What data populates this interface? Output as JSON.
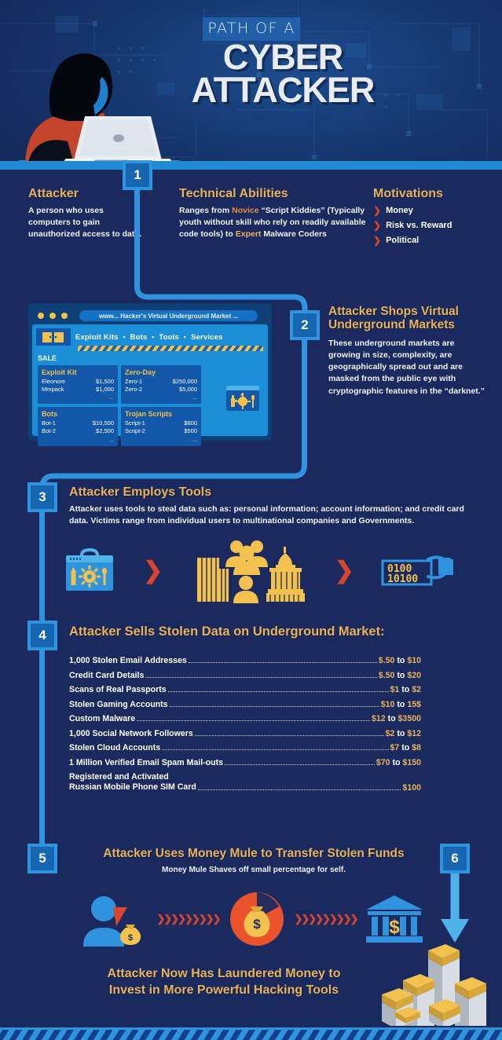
{
  "hero": {
    "kicker": "PATH OF A",
    "title_line1": "CYBER",
    "title_line2": "ATTACKER",
    "badge_1": "1"
  },
  "section1": {
    "attacker": {
      "heading": "Attacker",
      "body": "A person who uses computers to gain unauthorized access to data."
    },
    "abilities": {
      "heading": "Technical Abilities",
      "pre": "Ranges from ",
      "novice": "Novice",
      "mid": " “Script Kiddies” (Typically youth without skill who rely on readily available code tools) to ",
      "expert": "Expert",
      "post": " Malware Coders"
    },
    "motivations": {
      "heading": "Motivations",
      "items": [
        "Money",
        "Risk vs. Reward",
        "Political"
      ]
    }
  },
  "section2": {
    "badge": "2",
    "heading": "Attacker Shops Virtual Underground Markets",
    "body": "These underground markets are growing in size, complexity, are geographically spread out and are masked from the public eye with cryptographic features in the “darknet.”",
    "browser": {
      "url": "www... Hacker's Virtual Underground Market ...",
      "nav_tabs": [
        "Exploit Kits",
        "Bots",
        "Tools",
        "Services"
      ],
      "sale_label": "SALE",
      "cards": [
        {
          "title": "Exploit Kit",
          "rows": [
            {
              "name": "Eleonore",
              "price": "$1,500"
            },
            {
              "name": "Mmpack",
              "price": "$1,000"
            }
          ],
          "more": "..."
        },
        {
          "title": "Zero-Day",
          "rows": [
            {
              "name": "Zero-1",
              "price": "$250,000"
            },
            {
              "name": "Zero-2",
              "price": "$5,000"
            }
          ],
          "more": "..."
        },
        {
          "title": "Bots",
          "rows": [
            {
              "name": "Bot-1",
              "price": "$10,500"
            },
            {
              "name": "Bot-2",
              "price": "$2,500"
            }
          ],
          "more": "..."
        },
        {
          "title": "Trojan Scripts",
          "rows": [
            {
              "name": "Script-1",
              "price": "$800"
            },
            {
              "name": "Script-2",
              "price": "$500"
            }
          ],
          "more": "..."
        }
      ]
    }
  },
  "section3": {
    "badge": "3",
    "heading": "Attacker Employs Tools",
    "body": "Attacker uses tools to steal data such as: personal information; account information; and credit card data. Victims range from individual users to multinational companies and Governments.",
    "binary_line1": "0100",
    "binary_line2": "10100"
  },
  "section4": {
    "badge": "4",
    "heading": "Attacker Sells Stolen Data on Underground Market:",
    "items": [
      {
        "name": "1,000 Stolen Email Addresses",
        "low": "$.50",
        "to": " to ",
        "high": "$10"
      },
      {
        "name": "Credit Card Details",
        "low": "$.50",
        "to": " to ",
        "high": "$20"
      },
      {
        "name": "Scans of Real Passports",
        "low": "$1",
        "to": " to ",
        "high": "$2"
      },
      {
        "name": "Stolen Gaming Accounts",
        "low": "$10",
        "to": " to ",
        "high": "15$"
      },
      {
        "name": "Custom Malware",
        "low": "$12",
        "to": " to ",
        "high": "$3500"
      },
      {
        "name": "1,000 Social Network Followers",
        "low": "$2",
        "to": " to ",
        "high": "$12"
      },
      {
        "name": "Stolen Cloud Accounts",
        "low": "$7",
        "to": " to ",
        "high": "$8"
      },
      {
        "name": "1 Million Verified Email Spam Mail-outs",
        "low": "$70",
        "to": " to ",
        "high": "$150"
      }
    ],
    "last_item": {
      "name_line1": "Registered and Activated",
      "name_line2": "Russian Mobile Phone SIM Card",
      "value": "$100"
    }
  },
  "section5": {
    "badge": "5",
    "heading": "Attacker Uses Money Mule to Transfer Stolen Funds",
    "subheading": "Money Mule Shaves off small percentage for self.",
    "arrows": "❯❯❯❯❯❯❯❯❯",
    "bank_symbol": "$"
  },
  "section6": {
    "badge": "6"
  },
  "footer": {
    "line1": "Attacker Now Has Laundered Money to",
    "line2": "Invest in More Powerful Hacking Tools"
  },
  "colors": {
    "background": "#1b2a5e",
    "accent_blue": "#2f93de",
    "gold": "#e8b35c",
    "red": "#d9452c",
    "badge_fill": "#1565b0"
  }
}
